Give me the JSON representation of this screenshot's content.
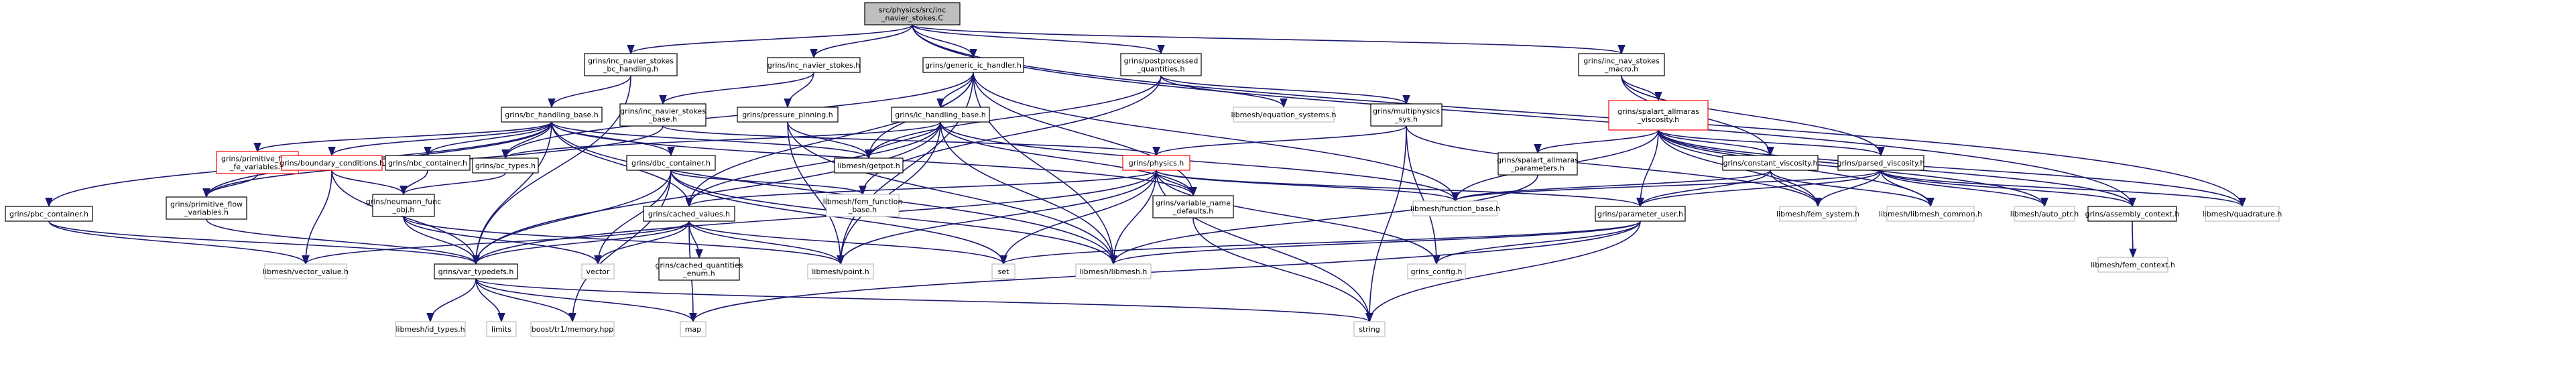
{
  "diagram": {
    "type": "include-dependency-graph",
    "colors": {
      "edge": "#191970",
      "root_fill": "#bfbfbf",
      "node_border": "#000000",
      "node_border_red": "#ff0000",
      "leaf_border": "#bfbfbf",
      "leaf_text": "#404040"
    },
    "nodes": [
      {
        "id": "root",
        "lines": [
          "src/physics/src/inc",
          "_navier_stokes.C"
        ],
        "kind": "root"
      },
      {
        "id": "n_ins_bch",
        "lines": [
          "grins/inc_navier_stokes",
          "_bc_handling.h"
        ],
        "kind": "normal"
      },
      {
        "id": "n_ins",
        "lines": [
          "grins/inc_navier_stokes.h"
        ],
        "kind": "normal"
      },
      {
        "id": "n_gic",
        "lines": [
          "grins/generic_ic_handler.h"
        ],
        "kind": "normal"
      },
      {
        "id": "n_ppq",
        "lines": [
          "grins/postprocessed",
          "_quantities.h"
        ],
        "kind": "normal"
      },
      {
        "id": "n_insm",
        "lines": [
          "grins/inc_nav_stokes",
          "_macro.h"
        ],
        "kind": "normal"
      },
      {
        "id": "n_bchb",
        "lines": [
          "grins/bc_handling_base.h"
        ],
        "kind": "normal"
      },
      {
        "id": "n_insb",
        "lines": [
          "grins/inc_navier_stokes",
          "_base.h"
        ],
        "kind": "normal"
      },
      {
        "id": "n_pp",
        "lines": [
          "grins/pressure_pinning.h"
        ],
        "kind": "normal"
      },
      {
        "id": "n_ichb",
        "lines": [
          "grins/ic_handling_base.h"
        ],
        "kind": "normal"
      },
      {
        "id": "n_eqs",
        "lines": [
          "libmesh/equation_systems.h"
        ],
        "kind": "leaf"
      },
      {
        "id": "n_mps",
        "lines": [
          "grins/multiphysics",
          "_sys.h"
        ],
        "kind": "normal"
      },
      {
        "id": "n_sav",
        "lines": [
          "grins/spalart_allmaras",
          "_viscosity.h"
        ],
        "kind": "red"
      },
      {
        "id": "n_pbc",
        "lines": [
          "grins/pbc_container.h"
        ],
        "kind": "normal"
      },
      {
        "id": "n_pfv",
        "lines": [
          "grins/primitive_flow",
          "_fe_variables.h"
        ],
        "kind": "red"
      },
      {
        "id": "n_bc",
        "lines": [
          "grins/boundary_conditions.h"
        ],
        "kind": "red"
      },
      {
        "id": "n_nbc",
        "lines": [
          "grins/nbc_container.h"
        ],
        "kind": "normal"
      },
      {
        "id": "n_bct",
        "lines": [
          "grins/bc_types.h"
        ],
        "kind": "normal"
      },
      {
        "id": "n_dbc",
        "lines": [
          "grins/dbc_container.h"
        ],
        "kind": "normal"
      },
      {
        "id": "n_getpot",
        "lines": [
          "libmesh/getpot.h"
        ],
        "kind": "normal"
      },
      {
        "id": "n_phys",
        "lines": [
          "grins/physics.h"
        ],
        "kind": "red"
      },
      {
        "id": "n_sap",
        "lines": [
          "grins/spalart_allmaras",
          "_parameters.h"
        ],
        "kind": "normal"
      },
      {
        "id": "n_cv",
        "lines": [
          "grins/constant_viscosity.h"
        ],
        "kind": "normal"
      },
      {
        "id": "n_pv",
        "lines": [
          "grins/parsed_viscosity.h"
        ],
        "kind": "normal"
      },
      {
        "id": "n_pfv2",
        "lines": [
          "grins/primitive_flow",
          "_variables.h"
        ],
        "kind": "normal"
      },
      {
        "id": "n_nf",
        "lines": [
          "grins/neumann_func",
          "_obj.h"
        ],
        "kind": "normal"
      },
      {
        "id": "n_cvals",
        "lines": [
          "grins/cached_values.h"
        ],
        "kind": "normal"
      },
      {
        "id": "n_fefb",
        "lines": [
          "libmesh/fem_function",
          "_base.h"
        ],
        "kind": "leaf"
      },
      {
        "id": "n_vnd",
        "lines": [
          "grins/variable_name",
          "_defaults.h"
        ],
        "kind": "normal"
      },
      {
        "id": "n_fb",
        "lines": [
          "libmesh/function_base.h"
        ],
        "kind": "leaf"
      },
      {
        "id": "n_puser",
        "lines": [
          "grins/parameter_user.h"
        ],
        "kind": "normal"
      },
      {
        "id": "n_femsys",
        "lines": [
          "libmesh/fem_system.h"
        ],
        "kind": "leaf"
      },
      {
        "id": "n_lmc",
        "lines": [
          "libmesh/libmesh_common.h"
        ],
        "kind": "leaf"
      },
      {
        "id": "n_aptr",
        "lines": [
          "libmesh/auto_ptr.h"
        ],
        "kind": "leaf"
      },
      {
        "id": "n_actx",
        "lines": [
          "grins/assembly_context.h"
        ],
        "kind": "normal"
      },
      {
        "id": "n_quad",
        "lines": [
          "libmesh/quadrature.h"
        ],
        "kind": "leaf"
      },
      {
        "id": "n_cqe",
        "lines": [
          "grins/cached_quantities",
          "_enum.h"
        ],
        "kind": "normal"
      },
      {
        "id": "n_vv",
        "lines": [
          "libmesh/vector_value.h"
        ],
        "kind": "leaf"
      },
      {
        "id": "n_vt",
        "lines": [
          "grins/var_typedefs.h"
        ],
        "kind": "normal"
      },
      {
        "id": "n_vector",
        "lines": [
          "vector"
        ],
        "kind": "leaf"
      },
      {
        "id": "n_point",
        "lines": [
          "libmesh/point.h"
        ],
        "kind": "leaf"
      },
      {
        "id": "n_set",
        "lines": [
          "set"
        ],
        "kind": "leaf"
      },
      {
        "id": "n_libmesh",
        "lines": [
          "libmesh/libmesh.h"
        ],
        "kind": "leaf"
      },
      {
        "id": "n_config",
        "lines": [
          "grins_config.h"
        ],
        "kind": "leaf"
      },
      {
        "id": "n_fctx",
        "lines": [
          "libmesh/fem_context.h"
        ],
        "kind": "leaf"
      },
      {
        "id": "n_idt",
        "lines": [
          "libmesh/id_types.h"
        ],
        "kind": "leaf"
      },
      {
        "id": "n_limits",
        "lines": [
          "limits"
        ],
        "kind": "leaf"
      },
      {
        "id": "n_mem",
        "lines": [
          "boost/tr1/memory.hpp"
        ],
        "kind": "leaf"
      },
      {
        "id": "n_map",
        "lines": [
          "map"
        ],
        "kind": "leaf"
      },
      {
        "id": "n_string",
        "lines": [
          "string"
        ],
        "kind": "leaf"
      }
    ],
    "edges": [
      [
        "root",
        "n_ins_bch"
      ],
      [
        "root",
        "n_ins"
      ],
      [
        "root",
        "n_gic"
      ],
      [
        "root",
        "n_ppq"
      ],
      [
        "root",
        "n_insm"
      ],
      [
        "root",
        "n_actx"
      ],
      [
        "root",
        "n_quad"
      ],
      [
        "n_ins_bch",
        "n_bchb"
      ],
      [
        "n_ins_bch",
        "n_vt"
      ],
      [
        "n_ins",
        "n_insb"
      ],
      [
        "n_ins",
        "n_pp"
      ],
      [
        "n_gic",
        "n_ichb"
      ],
      [
        "n_gic",
        "n_cvals"
      ],
      [
        "n_gic",
        "n_getpot"
      ],
      [
        "n_gic",
        "n_vnd"
      ],
      [
        "n_gic",
        "n_fb"
      ],
      [
        "n_gic",
        "n_libmesh"
      ],
      [
        "n_gic",
        "n_point"
      ],
      [
        "n_gic",
        "n_bct"
      ],
      [
        "n_ppq",
        "n_eqs"
      ],
      [
        "n_ppq",
        "n_mps"
      ],
      [
        "n_ppq",
        "n_fefb"
      ],
      [
        "n_ppq",
        "n_getpot"
      ],
      [
        "n_insm",
        "n_sav"
      ],
      [
        "n_insm",
        "n_cv"
      ],
      [
        "n_insm",
        "n_pv"
      ],
      [
        "n_bchb",
        "n_pbc"
      ],
      [
        "n_bchb",
        "n_pfv"
      ],
      [
        "n_bchb",
        "n_bc"
      ],
      [
        "n_bchb",
        "n_nbc"
      ],
      [
        "n_bchb",
        "n_bct"
      ],
      [
        "n_bchb",
        "n_dbc"
      ],
      [
        "n_bchb",
        "n_getpot"
      ],
      [
        "n_bchb",
        "n_cvals"
      ],
      [
        "n_bchb",
        "n_vt"
      ],
      [
        "n_bchb",
        "n_vnd"
      ],
      [
        "n_bchb",
        "n_libmesh"
      ],
      [
        "n_bchb",
        "n_pfv2"
      ],
      [
        "n_insb",
        "n_phys"
      ],
      [
        "n_insb",
        "n_pfv2"
      ],
      [
        "n_pp",
        "n_getpot"
      ],
      [
        "n_pp",
        "n_point"
      ],
      [
        "n_pp",
        "n_libmesh"
      ],
      [
        "n_ichb",
        "n_bct"
      ],
      [
        "n_ichb",
        "n_getpot"
      ],
      [
        "n_ichb",
        "n_cvals"
      ],
      [
        "n_ichb",
        "n_vt"
      ],
      [
        "n_ichb",
        "n_vnd"
      ],
      [
        "n_ichb",
        "n_fb"
      ],
      [
        "n_ichb",
        "n_libmesh"
      ],
      [
        "n_ichb",
        "n_point"
      ],
      [
        "n_mps",
        "n_phys"
      ],
      [
        "n_mps",
        "n_femsys"
      ],
      [
        "n_mps",
        "n_config"
      ],
      [
        "n_mps",
        "n_string"
      ],
      [
        "n_sav",
        "n_sap"
      ],
      [
        "n_sav",
        "n_cv"
      ],
      [
        "n_sav",
        "n_pv"
      ],
      [
        "n_sav",
        "n_puser"
      ],
      [
        "n_sav",
        "n_fb"
      ],
      [
        "n_sav",
        "n_femsys"
      ],
      [
        "n_sav",
        "n_lmc"
      ],
      [
        "n_sav",
        "n_aptr"
      ],
      [
        "n_sav",
        "n_actx"
      ],
      [
        "n_sav",
        "n_quad"
      ],
      [
        "n_pbc",
        "n_vt"
      ],
      [
        "n_pbc",
        "n_vv"
      ],
      [
        "n_pfv",
        "n_pfv2"
      ],
      [
        "n_bc",
        "n_vt"
      ],
      [
        "n_bc",
        "n_vv"
      ],
      [
        "n_bc",
        "n_nf"
      ],
      [
        "n_nbc",
        "n_nf"
      ],
      [
        "n_bct",
        "n_nf"
      ],
      [
        "n_dbc",
        "n_vt"
      ],
      [
        "n_dbc",
        "n_fefb"
      ],
      [
        "n_dbc",
        "n_mem"
      ],
      [
        "n_dbc",
        "n_libmesh"
      ],
      [
        "n_dbc",
        "n_set"
      ],
      [
        "n_dbc",
        "n_vector"
      ],
      [
        "n_phys",
        "n_cvals"
      ],
      [
        "n_phys",
        "n_vnd"
      ],
      [
        "n_phys",
        "n_puser"
      ],
      [
        "n_phys",
        "n_vt"
      ],
      [
        "n_phys",
        "n_libmesh"
      ],
      [
        "n_phys",
        "n_point"
      ],
      [
        "n_phys",
        "n_set"
      ],
      [
        "n_phys",
        "n_string"
      ],
      [
        "n_phys",
        "n_config"
      ],
      [
        "n_phys",
        "n_fb"
      ],
      [
        "n_sap",
        "n_libmesh"
      ],
      [
        "n_cv",
        "n_puser"
      ],
      [
        "n_cv",
        "n_femsys"
      ],
      [
        "n_cv",
        "n_lmc"
      ],
      [
        "n_cv",
        "n_fb"
      ],
      [
        "n_pv",
        "n_puser"
      ],
      [
        "n_pv",
        "n_femsys"
      ],
      [
        "n_pv",
        "n_lmc"
      ],
      [
        "n_pv",
        "n_aptr"
      ],
      [
        "n_pv",
        "n_actx"
      ],
      [
        "n_pv",
        "n_quad"
      ],
      [
        "n_pv",
        "n_fb"
      ],
      [
        "n_pfv2",
        "n_vt"
      ],
      [
        "n_nf",
        "n_vt"
      ],
      [
        "n_nf",
        "n_vector"
      ],
      [
        "n_nf",
        "n_point"
      ],
      [
        "n_cvals",
        "n_cqe"
      ],
      [
        "n_cvals",
        "n_vt"
      ],
      [
        "n_cvals",
        "n_map"
      ],
      [
        "n_cvals",
        "n_vector"
      ],
      [
        "n_cvals",
        "n_point"
      ],
      [
        "n_cvals",
        "n_vv"
      ],
      [
        "n_cvals",
        "n_set"
      ],
      [
        "n_vnd",
        "n_string"
      ],
      [
        "n_puser",
        "n_libmesh"
      ],
      [
        "n_puser",
        "n_config"
      ],
      [
        "n_puser",
        "n_map"
      ],
      [
        "n_puser",
        "n_string"
      ],
      [
        "n_puser",
        "n_set"
      ],
      [
        "n_actx",
        "n_fctx"
      ],
      [
        "n_vt",
        "n_idt"
      ],
      [
        "n_vt",
        "n_limits"
      ],
      [
        "n_vt",
        "n_mem"
      ],
      [
        "n_vt",
        "n_map"
      ],
      [
        "n_vt",
        "n_string"
      ]
    ]
  }
}
